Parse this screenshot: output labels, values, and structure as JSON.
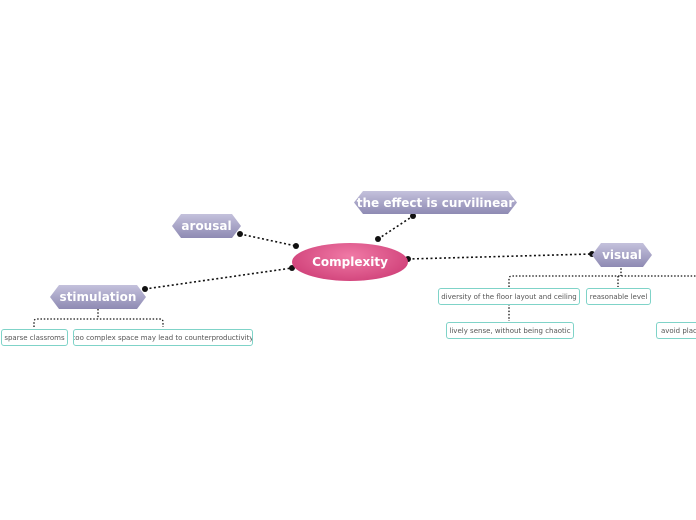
{
  "central": {
    "label": "Complexity"
  },
  "topics": {
    "effect": "the effect is curvilinear",
    "arousal": "arousal",
    "stimulation": "stimulation",
    "visual": "visual"
  },
  "leaves": {
    "sparse": "sparse classroms",
    "too_complex": "too complex space may lead to counterproductivity",
    "diversity": "diversity of the floor layout and ceiling",
    "reasonable": "reasonable level",
    "lively": "lively sense, without being chaotic",
    "avoid": "avoid plac"
  },
  "colors": {
    "central_fill": "#d94b82",
    "topic_fill": "#a9a5c8",
    "leaf_border": "#7fd3c8",
    "connector": "#111111"
  }
}
